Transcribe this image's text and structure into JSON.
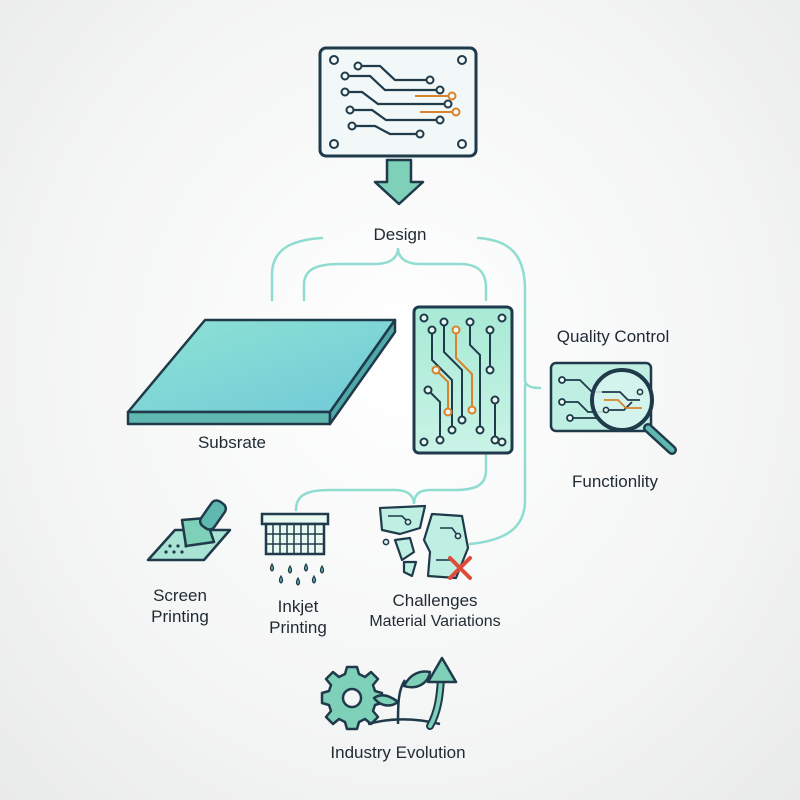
{
  "nodes": {
    "design": {
      "label": "Design"
    },
    "substrate": {
      "label": "Subsrate"
    },
    "quality_control": {
      "label": "Quality Control"
    },
    "functionality": {
      "label": "Functionlity"
    },
    "screen_printing": {
      "label_line1": "Screen",
      "label_line2": "Printing"
    },
    "inkjet_printing": {
      "label_line1": "Inkjet",
      "label_line2": "Printing"
    },
    "challenges": {
      "label_line1": "Challenges",
      "label_line2": "Material Variations"
    },
    "industry_evolution": {
      "label": "Industry Evolution"
    }
  },
  "colors": {
    "outline": "#1f3a4a",
    "connector": "#8fdcd0",
    "board_fill": "#bfeee3",
    "trace_accent": "#d9822b",
    "error": "#e04a3a",
    "arrow_fill": "#7fd0b8"
  },
  "icons": [
    "circuit-design-icon",
    "arrow-down-icon",
    "substrate-slab-icon",
    "circuit-board-icon",
    "magnifier-board-icon",
    "squeegee-icon",
    "inkjet-head-icon",
    "broken-board-icon",
    "gear-icon",
    "sprout-icon",
    "growth-arrow-icon"
  ]
}
